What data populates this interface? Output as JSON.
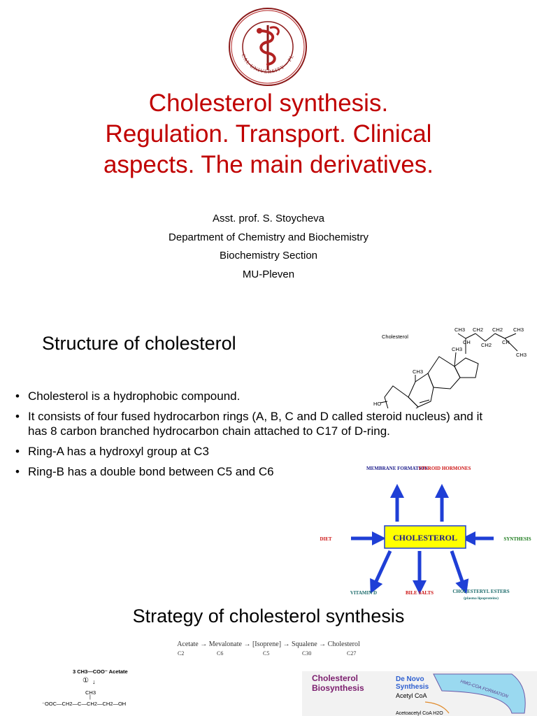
{
  "slide1": {
    "logo_text": "MEDICAL UNIVERSITY – PLEVEN",
    "title_lines": [
      "Cholesterol synthesis.",
      "Regulation. Transport. Clinical",
      "aspects. The main derivatives."
    ],
    "author_lines": [
      "Asst. prof. S. Stoycheva",
      "Department of Chemistry and Biochemistry",
      "Biochemistry Section",
      "MU-Pleven"
    ],
    "title_color": "#c00000"
  },
  "slide2": {
    "heading": "Structure of cholesterol",
    "bullets": [
      "Cholesterol is a hydrophobic compound.",
      "It consists of four fused hydrocarbon rings (A, B, C and D called steroid nucleus) and it has 8 carbon branched hydrocarbon chain attached to C17 of D-ring.",
      "Ring-A has a hydroxyl group at C3",
      "Ring-B has a double bond between C5 and C6"
    ],
    "structure": {
      "label": "Cholesterol",
      "groups": [
        "CH3",
        "CH2",
        "CH2",
        "CH3",
        "CH",
        "CH2",
        "CH",
        "CH3",
        "CH3",
        "CH3",
        "HO"
      ]
    },
    "fate_diagram": {
      "center": "CHOLESTEROL",
      "top_left": "MEMBRANE FORMATION",
      "top_right": "STEROID HORMONES",
      "left": "DIET",
      "right": "SYNTHESIS",
      "bottom_left": "VITAMIN D",
      "bottom_mid": "BILE SALTS",
      "bottom_right": "CHOLESTERYL ESTERS",
      "bottom_right_sub": "(plasma lipoproteins)"
    }
  },
  "slide3": {
    "heading": "Strategy of cholesterol synthesis",
    "equation": "Acetate → Mevalonate → [Isoprene] → Squalene → Cholesterol",
    "carbons": [
      "C2",
      "C6",
      "C5",
      "C30",
      "C27"
    ],
    "left_panel": {
      "acetate": "3 CH3—COO⁻  Acetate",
      "step": "①",
      "ch3": "CH3",
      "formula": "⁻OOC—CH2—C—CH2—CH2—OH"
    },
    "right_panel": {
      "title": "Cholesterol Biosynthesis",
      "de_novo": "De Novo Synthesis",
      "acetyl": "Acetyl CoA",
      "band": "HMG-COA FORMATION",
      "partial": "Acetoacetyl CoA  H2O"
    }
  }
}
